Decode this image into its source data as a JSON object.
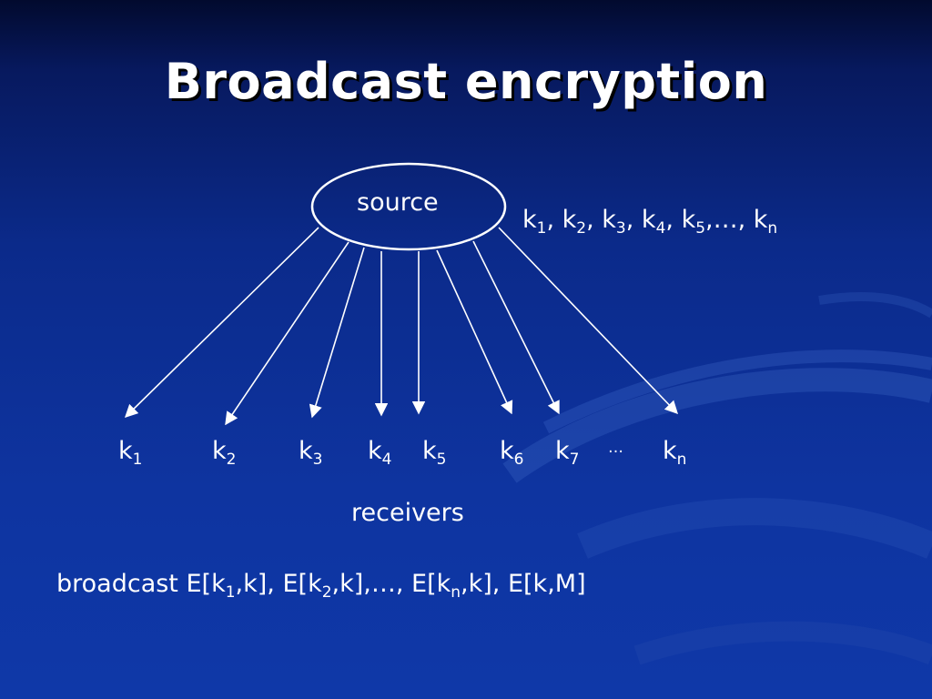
{
  "title": "Broadcast encryption",
  "source": {
    "label": "source"
  },
  "key_set": {
    "parts": [
      {
        "base": "k",
        "sub": "1",
        "after": ", "
      },
      {
        "base": "k",
        "sub": "2",
        "after": ", "
      },
      {
        "base": "k",
        "sub": "3",
        "after": ", "
      },
      {
        "base": "k",
        "sub": "4",
        "after": ", "
      },
      {
        "base": "k",
        "sub": "5",
        "after": ",…, "
      },
      {
        "base": "k",
        "sub": "n",
        "after": ""
      }
    ]
  },
  "receivers": [
    {
      "base": "k",
      "sub": "1"
    },
    {
      "base": "k",
      "sub": "2"
    },
    {
      "base": "k",
      "sub": "3"
    },
    {
      "base": "k",
      "sub": "4"
    },
    {
      "base": "k",
      "sub": "5"
    },
    {
      "base": "k",
      "sub": "6"
    },
    {
      "base": "k",
      "sub": "7"
    },
    {
      "base": "k",
      "sub": "n"
    }
  ],
  "receiver_ellipsis": "…",
  "receivers_label": "receivers",
  "broadcast": {
    "prefix": "broadcast E[",
    "k1_base": "k",
    "k1_sub": "1",
    "mid1": ",k], E[",
    "k2_base": "k",
    "k2_sub": "2",
    "mid2": ",k],…, E[",
    "kn_base": "k",
    "kn_sub": "n",
    "suffix": ",k], E[k,M]"
  },
  "colors": {
    "background_top": "#020a2e",
    "background_bottom": "#0f38a8",
    "text": "#ffffff",
    "title_shadow": "#000000"
  }
}
